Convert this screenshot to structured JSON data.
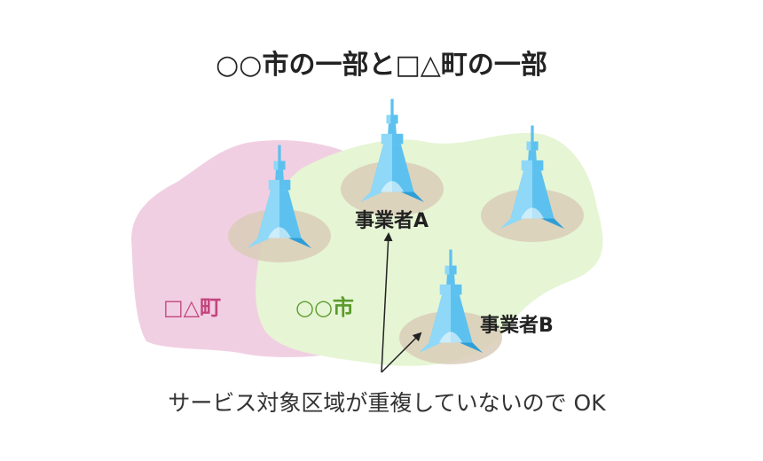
{
  "title": "○○市の一部と□△町の一部",
  "regions": {
    "town": {
      "label": "□△町",
      "fill": "#f1cfe2",
      "label_color": "#c2457e"
    },
    "city": {
      "label": "○○市",
      "fill": "#e6f5d4",
      "label_color": "#5a9a2a"
    }
  },
  "operators": {
    "a": {
      "label": "事業者A"
    },
    "b": {
      "label": "事業者B"
    }
  },
  "caption": "サービス対象区域が重複していないので OK",
  "colors": {
    "tower_light": "#8fd8f7",
    "tower_mid": "#5cc1ef",
    "tower_dark": "#2f9ed6",
    "coverage": "#d9cdb8",
    "arrow": "#222222"
  },
  "icons": [
    "radio-tower-icon"
  ]
}
